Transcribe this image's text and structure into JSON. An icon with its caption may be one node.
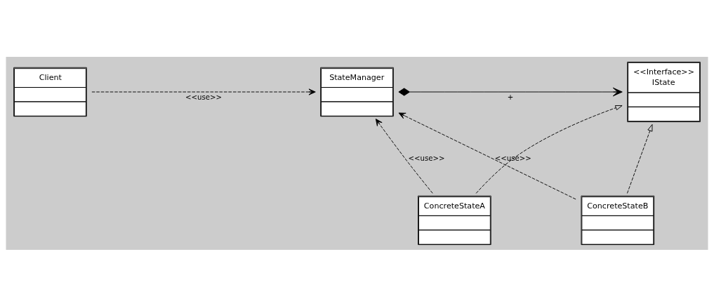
{
  "diagram": {
    "nodes": [
      {
        "text": [
          "Client"
        ]
      },
      {
        "text": [
          "StateManager"
        ]
      },
      {
        "text": [
          "<<Interface>>",
          "IState"
        ]
      },
      {
        "text": [
          "ConcreteStateA"
        ]
      },
      {
        "text": [
          "ConcreteStateB"
        ]
      }
    ],
    "edges": [
      {
        "from": 0,
        "to": 1,
        "arrow": "to",
        "style": "dashed",
        "label": "<<use>>"
      },
      {
        "from": 1,
        "to": 2,
        "arrow": "to",
        "label": "+"
      },
      {
        "from": 3,
        "to": 1,
        "arrow": "to",
        "style": "dashed",
        "label": "<<use>>"
      },
      {
        "from": 4,
        "to": 1,
        "arrow": "to",
        "style": "dashed",
        "label": "<<use>>"
      },
      {
        "from": 3,
        "to": 2,
        "arrow": "to",
        "style": "dashed"
      },
      {
        "from": 4,
        "to": 2,
        "arrow": "to",
        "style": "dashed"
      }
    ]
  }
}
